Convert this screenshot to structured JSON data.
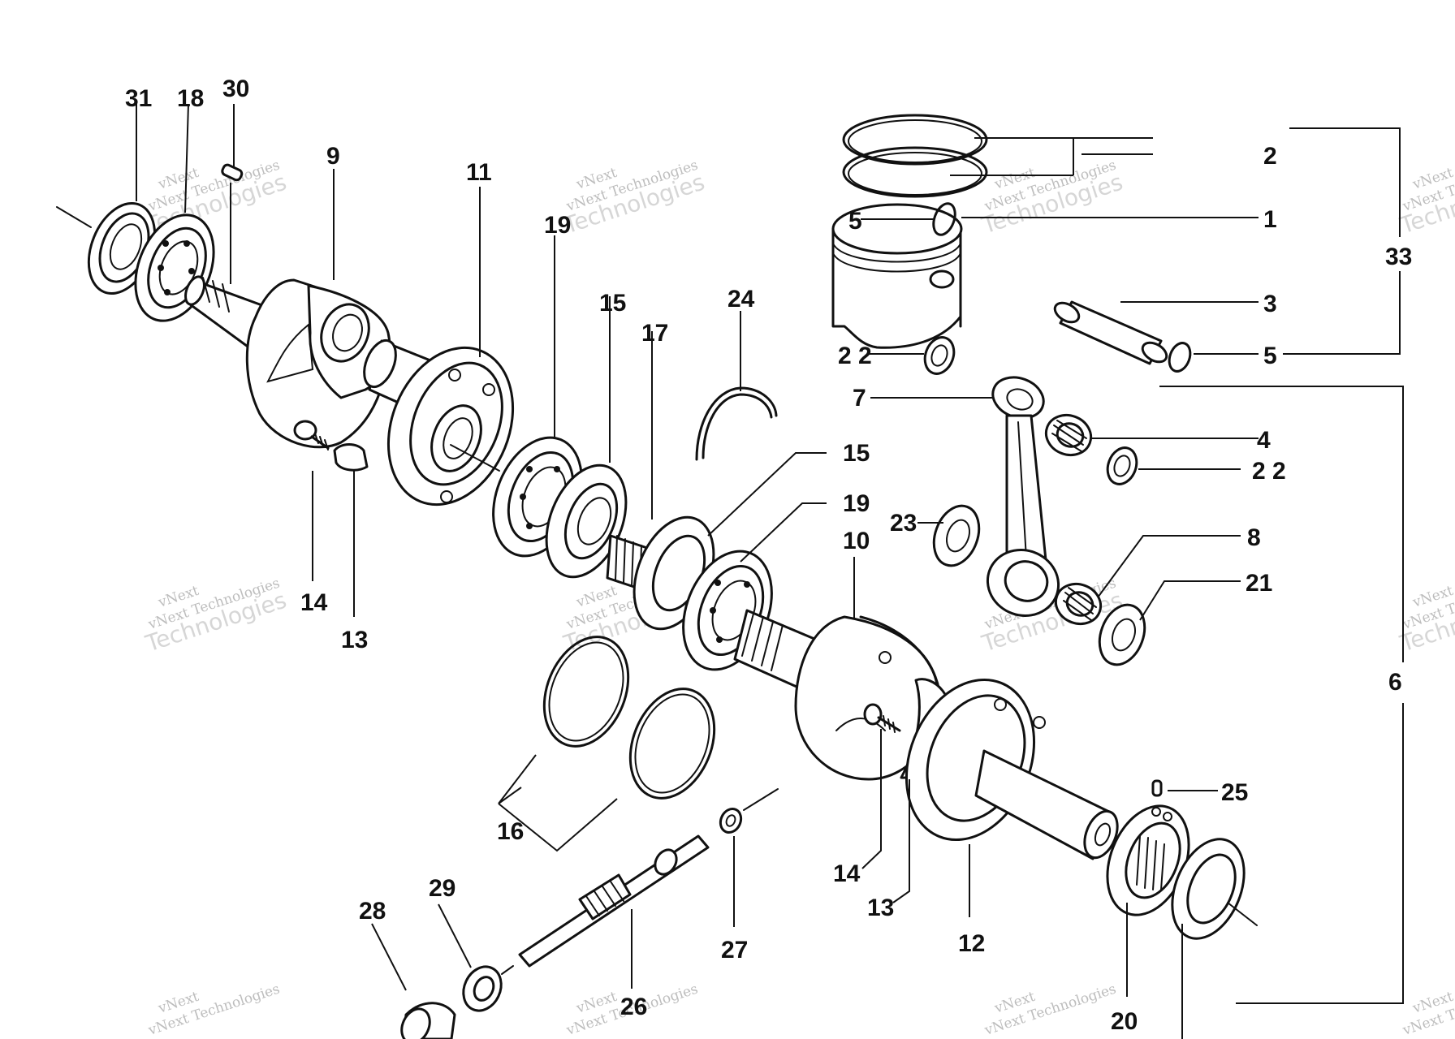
{
  "watermark": {
    "brand": "vNext",
    "line_top": "vNext Technologies",
    "line_bottom": "Technologies"
  },
  "callouts": {
    "c31": "31",
    "c18": "18",
    "c30": "30",
    "c9": "9",
    "c11": "11",
    "c19a": "19",
    "c15a": "15",
    "c17": "17",
    "c24": "24",
    "c15b": "15",
    "c19b": "19",
    "c10": "10",
    "c2": "2",
    "c1": "1",
    "c5a": "5",
    "c33": "33",
    "c3": "3",
    "c22a": "2 2",
    "c5b": "5",
    "c7": "7",
    "c4": "4",
    "c22b": "2 2",
    "c6": "6",
    "c23": "23",
    "c8": "8",
    "c21": "21",
    "c14a": "14",
    "c13a": "13",
    "c16": "16",
    "c25": "25",
    "c14b": "14",
    "c13b": "13",
    "c12": "12",
    "c20": "20",
    "c28": "28",
    "c29": "29",
    "c27": "27",
    "c26": "26"
  }
}
